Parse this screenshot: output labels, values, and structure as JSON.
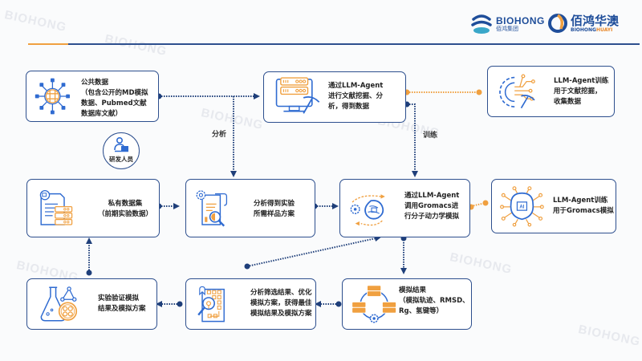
{
  "header": {
    "logo_group": {
      "name": "BIOHONG",
      "subtitle": "佰鸿集团"
    },
    "logo_sub": {
      "name": "佰鸿华澳",
      "en_prefix": "BIOHONG",
      "en_suffix": "HUAYI"
    },
    "watermark": "BIOHONG",
    "accent_colors": {
      "orange": "#f0a040",
      "blue": "#2d4f8e"
    }
  },
  "nodes": {
    "public_data": {
      "text": "公共数据\n（包含公开的MD模拟\n数据、Pubmed文献\n数据库文献）",
      "icon": "globe-network-icon"
    },
    "llm_mining": {
      "text": "通过LLM-Agent\n进行文献挖掘、分\n析，得到数据",
      "icon": "server-monitor-pickaxe-icon"
    },
    "llm_train_lit": {
      "text": "LLM-Agent训练\n用于文献挖掘，\n收集数据",
      "icon": "gear-circuit-pickaxe-icon"
    },
    "researcher": {
      "text": "研发人员",
      "icon": "person-laptop-icon"
    },
    "private_data": {
      "text": "私有数据集\n（前期实验数据）",
      "icon": "document-database-icon"
    },
    "sample_plan": {
      "text": "分析得到实验\n所需样品方案",
      "icon": "document-analysis-icon"
    },
    "gromacs_sim": {
      "text": "通过LLM-Agent\n调用Gromacs进\n行分子动力学模拟",
      "icon": "brain-cycle-icon"
    },
    "llm_train_gromacs": {
      "text": "LLM-Agent训练\n用于Gromacs模拟",
      "icon": "ai-brain-circuit-icon"
    },
    "validation": {
      "text": "实验验证模拟\n结果及模拟方案",
      "icon": "flask-molecule-icon"
    },
    "optimize": {
      "text": "分析筛选结果、优化\n模拟方案，获得最佳\n模拟结果及模拟方案",
      "icon": "document-search-icon"
    },
    "sim_results": {
      "text": "模拟结果\n（模拟轨迹、RMSD、\nRg、氢键等）",
      "icon": "server-cluster-icon"
    }
  },
  "edge_labels": {
    "analysis": "分析",
    "training": "训练"
  }
}
